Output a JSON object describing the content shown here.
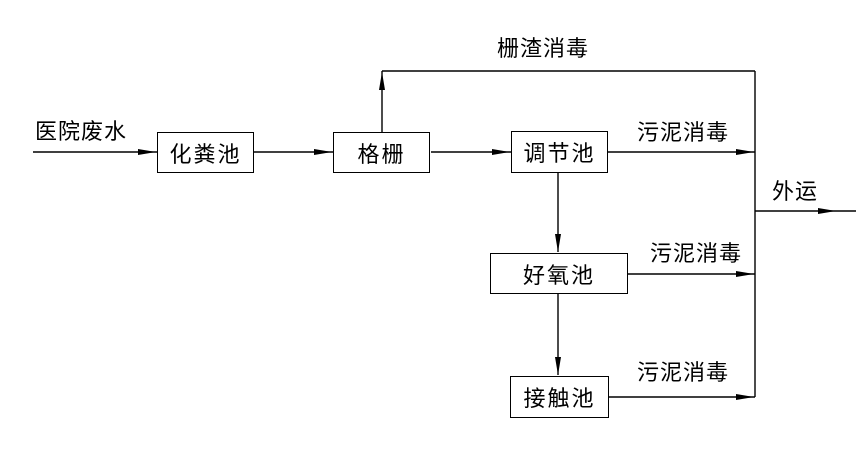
{
  "diagram": {
    "type": "flowchart",
    "background_color": "#ffffff",
    "line_color": "#000000",
    "source": {
      "label": "医院废水"
    },
    "nodes": [
      {
        "id": "septic-tank",
        "label": "化粪池"
      },
      {
        "id": "bar-screen",
        "label": "格栅"
      },
      {
        "id": "regulating-tank",
        "label": "调节池"
      },
      {
        "id": "aerobic-tank",
        "label": "好氧池"
      },
      {
        "id": "contact-tank",
        "label": "接触池"
      }
    ],
    "annotations": {
      "screenings_disinfection": "栅渣消毒",
      "sludge_disinfection_regulating": "污泥消毒",
      "sludge_disinfection_aerobic": "污泥消毒",
      "sludge_disinfection_contact": "污泥消毒",
      "outbound": "外运"
    },
    "edges": [
      {
        "from": "医院废水",
        "to": "化粪池",
        "label": ""
      },
      {
        "from": "化粪池",
        "to": "格栅",
        "label": ""
      },
      {
        "from": "格栅",
        "to": "调节池",
        "label": ""
      },
      {
        "from": "格栅",
        "to": "外运",
        "label": "栅渣消毒"
      },
      {
        "from": "调节池",
        "to": "好氧池",
        "label": ""
      },
      {
        "from": "调节池",
        "to": "外运",
        "label": "污泥消毒"
      },
      {
        "from": "好氧池",
        "to": "接触池",
        "label": ""
      },
      {
        "from": "好氧池",
        "to": "外运",
        "label": "污泥消毒"
      },
      {
        "from": "接触池",
        "to": "外运",
        "label": "污泥消毒"
      }
    ]
  }
}
